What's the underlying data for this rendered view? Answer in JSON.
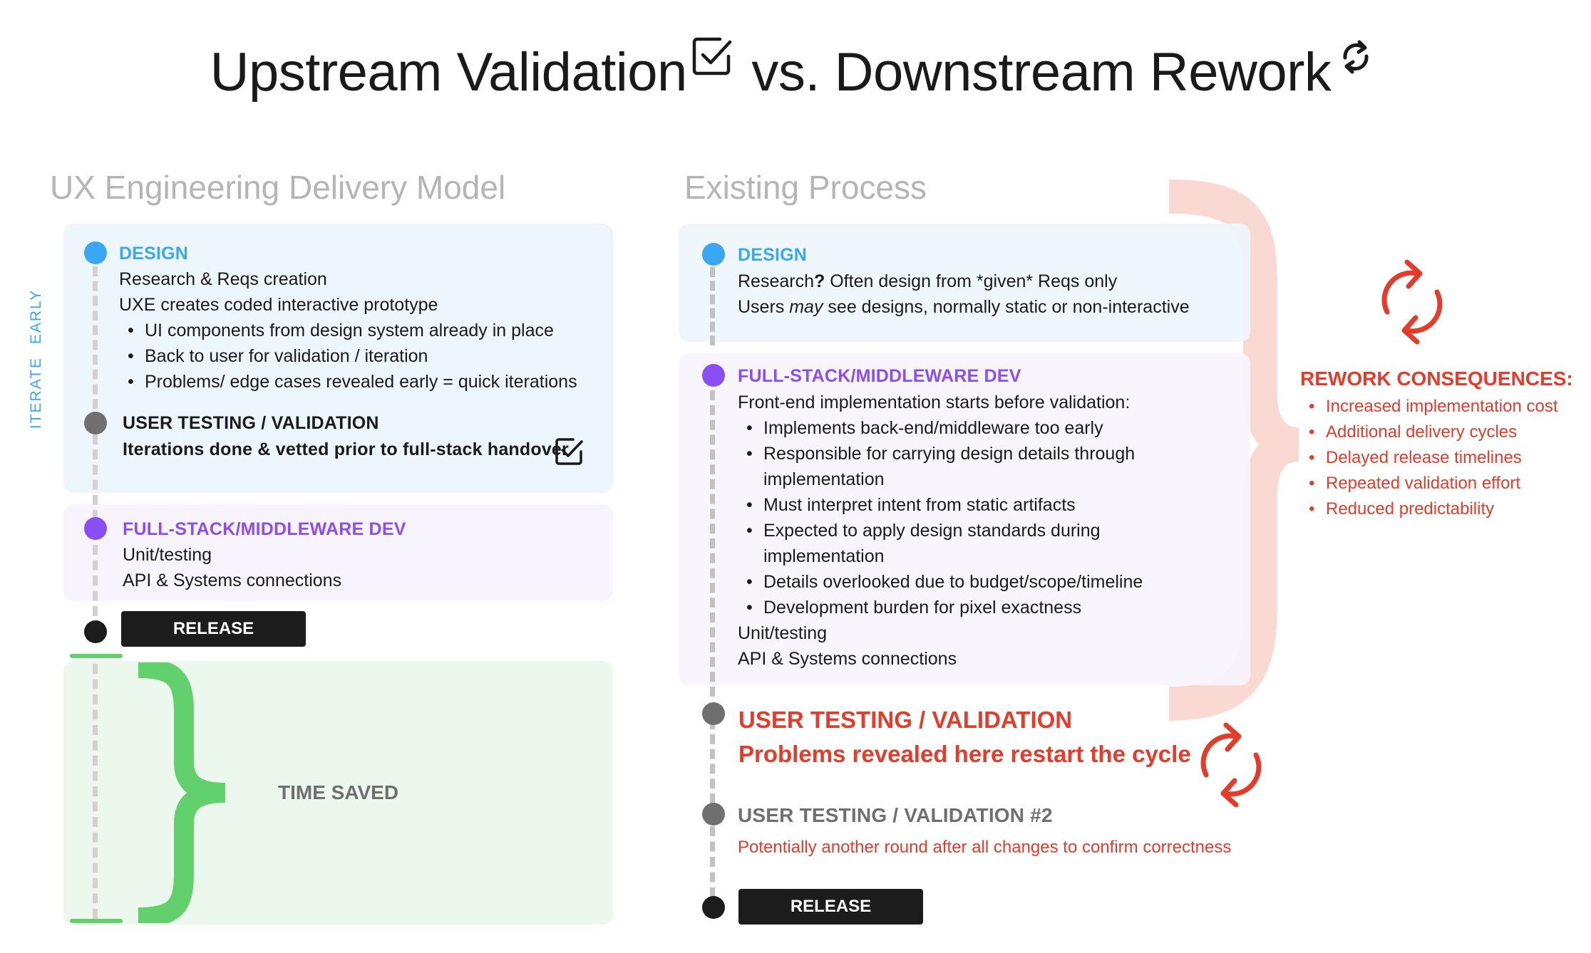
{
  "title": {
    "left": "Upstream Validation",
    "right": "vs. Downstream Rework"
  },
  "icons": {
    "title_check": "checkbox-check-icon",
    "title_refresh": "refresh-arrows-icon",
    "rework_cycle": "red-cycle-icon"
  },
  "colors": {
    "design": "#3aa7f2",
    "fullstack": "#8a4ef5",
    "testing": "#707070",
    "release": "#1c1c1c",
    "saved": "#63d06e",
    "rework": "#e53b2a"
  },
  "left": {
    "heading": "UX Engineering Delivery Model",
    "side_label": "ITERATE EARLY",
    "design": {
      "label": "DESIGN",
      "lines": [
        "Research & Reqs creation",
        "UXE creates coded interactive prototype"
      ],
      "bullets": [
        "UI components from design system already in place",
        "Back to user for validation / iteration",
        "Problems/ edge cases revealed early = quick iterations"
      ]
    },
    "testing": {
      "label": "USER TESTING / VALIDATION",
      "line": "Iterations done & vetted prior to full-stack handover"
    },
    "fullstack": {
      "label": "FULL-STACK/MIDDLEWARE DEV",
      "lines": [
        "Unit/testing",
        "API & Systems connections"
      ]
    },
    "release": "RELEASE",
    "saved": "TIME SAVED"
  },
  "right": {
    "heading": "Existing Process",
    "design": {
      "label": "DESIGN",
      "line1_a": "Research",
      "line1_b": "?",
      "line1_c": " Often design from *given* Reqs only",
      "line2_a": "Users ",
      "line2_b": "may",
      "line2_c": " see designs, normally static or non-interactive"
    },
    "fullstack": {
      "label": "FULL-STACK/MIDDLEWARE DEV",
      "intro": "Front-end implementation starts before validation:",
      "bullets": [
        "Implements back-end/middleware too early",
        "Responsible for carrying design details through",
        "implementation",
        "Must interpret intent from static artifacts",
        "Expected to apply design standards during",
        "implementation",
        "Details overlooked due to budget/scope/timeline",
        "Development burden for pixel exactness"
      ],
      "lines": [
        "Unit/testing",
        "API & Systems connections"
      ]
    },
    "testing": {
      "label": "USER TESTING / VALIDATION",
      "line": "Problems revealed here restart the cycle"
    },
    "testing2": {
      "label": "USER TESTING / VALIDATION #2",
      "line": "Potentially another round after all changes to confirm correctness"
    },
    "release": "RELEASE"
  },
  "consequences": {
    "heading": "REWORK CONSEQUENCES:",
    "items": [
      "Increased implementation cost",
      "Additional delivery cycles",
      "Delayed release timelines",
      "Repeated validation effort",
      "Reduced predictability"
    ]
  }
}
